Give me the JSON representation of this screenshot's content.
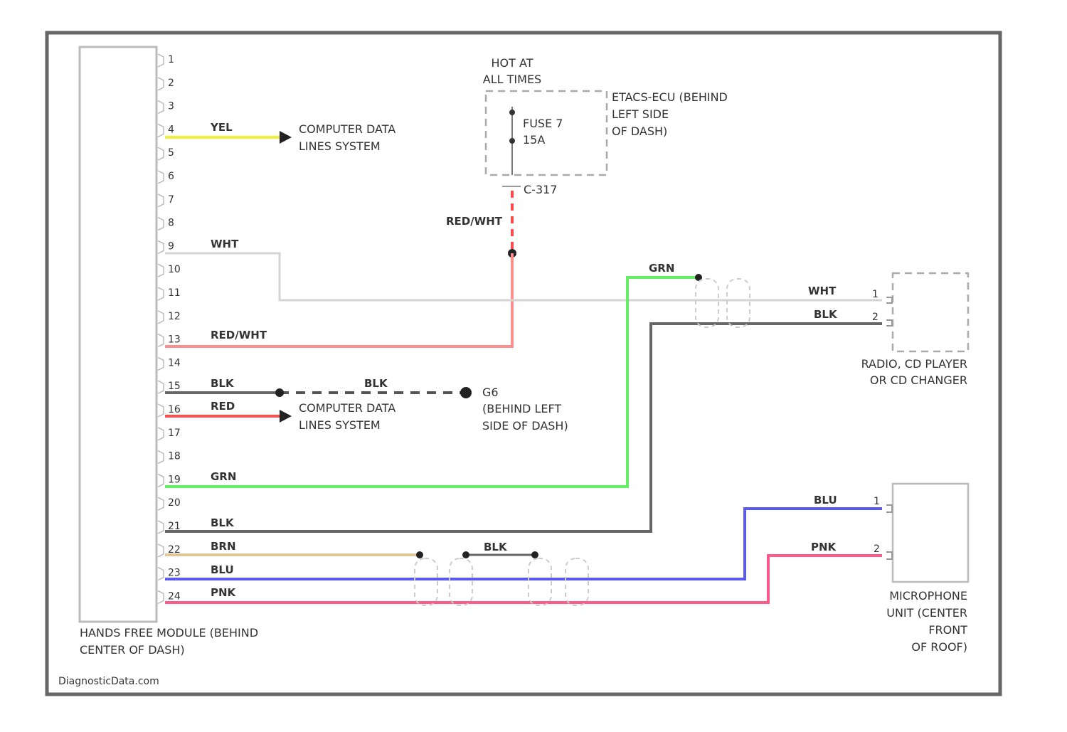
{
  "diagram": {
    "watermark": "DiagnosticData.com",
    "module": {
      "name_lines": [
        "HANDS FREE MODULE (BEHIND",
        "CENTER OF DASH)"
      ],
      "pins": [
        "1",
        "2",
        "3",
        "4",
        "5",
        "6",
        "7",
        "8",
        "9",
        "10",
        "11",
        "12",
        "13",
        "14",
        "15",
        "16",
        "17",
        "18",
        "19",
        "20",
        "21",
        "22",
        "23",
        "24"
      ]
    },
    "hot_label": [
      "HOT AT",
      "ALL TIMES"
    ],
    "fuse": {
      "name": "FUSE 7",
      "rating": "15A"
    },
    "etacs_label": [
      "ETACS-ECU (BEHIND",
      "LEFT SIDE",
      "OF DASH)"
    ],
    "connector_code": "C-317",
    "computer_data_1": [
      "COMPUTER DATA",
      "LINES SYSTEM"
    ],
    "computer_data_2": [
      "COMPUTER DATA",
      "LINES SYSTEM"
    ],
    "ground": {
      "code": "G6",
      "desc": [
        "(BEHIND LEFT",
        "SIDE OF DASH)"
      ]
    },
    "radio": {
      "name_lines": [
        "RADIO, CD PLAYER",
        "OR CD CHANGER"
      ],
      "pins": [
        "1",
        "2"
      ]
    },
    "microphone": {
      "name_lines": [
        "MICROPHONE",
        "UNIT (CENTER",
        "FRONT",
        "OF ROOF)"
      ],
      "pins": [
        "1",
        "2"
      ]
    },
    "wires": {
      "yel": "YEL",
      "red_wht_fuse": "RED/WHT",
      "wht": "WHT",
      "red_wht_13": "RED/WHT",
      "grn_top": "GRN",
      "wht_radio": "WHT",
      "blk_radio": "BLK",
      "blk_15": "BLK",
      "blk_ground": "BLK",
      "red_16": "RED",
      "grn_19": "GRN",
      "blk_21": "BLK",
      "brn_22": "BRN",
      "blu_23": "BLU",
      "pnk_24": "PNK",
      "blk_shield": "BLK",
      "blu_mic": "BLU",
      "pnk_mic": "PNK"
    },
    "colors": {
      "frame": "#666666",
      "yel": "#f2ef3a",
      "red": "#ff4d4d",
      "red_wht": "#ff8f8f",
      "wht": "#d4d4d4",
      "grn": "#66ee66",
      "blk": "#666666",
      "brn": "#e0c79a",
      "blu": "#5a5af0",
      "pnk": "#ff5a8a"
    }
  }
}
